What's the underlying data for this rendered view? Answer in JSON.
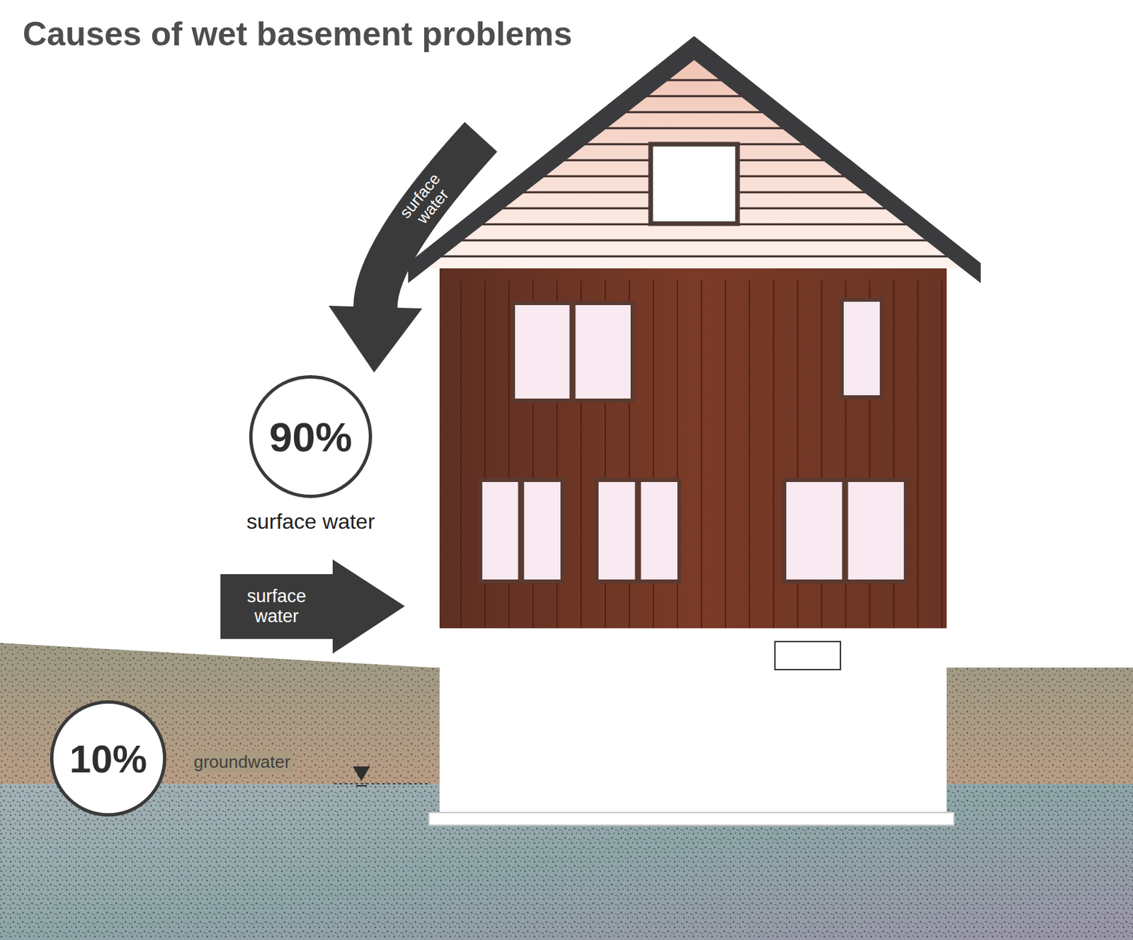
{
  "diagram": {
    "title": "Causes of wet basement problems",
    "nodes": [
      {
        "text": [
          "surface water"
        ]
      },
      {
        "text": [
          "90%",
          "surface water"
        ]
      },
      {
        "text": [
          "surface water"
        ]
      },
      {
        "text": [
          "10%",
          "groundwater"
        ]
      }
    ]
  }
}
